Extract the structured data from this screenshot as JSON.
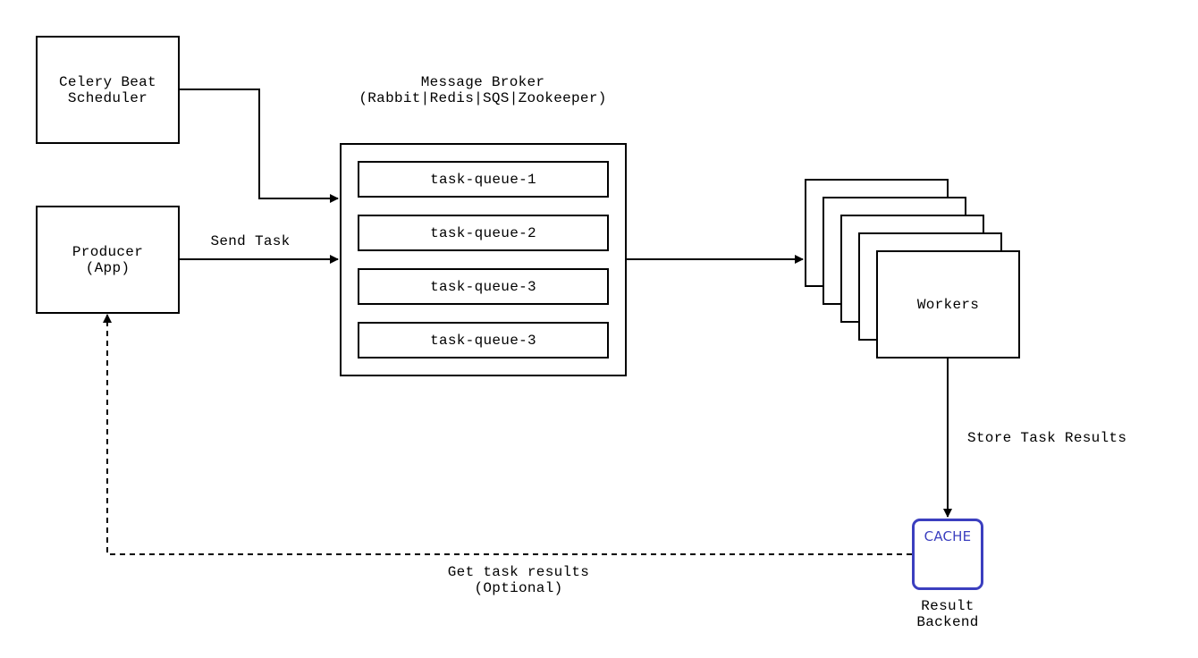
{
  "scheduler": {
    "line1": "Celery Beat",
    "line2": "Scheduler"
  },
  "producer": {
    "line1": "Producer",
    "line2": "(App)"
  },
  "broker": {
    "title": "Message Broker",
    "subtitle": "(Rabbit|Redis|SQS|Zookeeper)",
    "queues": [
      "task-queue-1",
      "task-queue-2",
      "task-queue-3",
      "task-queue-3"
    ]
  },
  "workers": {
    "label": "Workers"
  },
  "edges": {
    "send_task": "Send Task",
    "store_results": "Store Task Results",
    "get_results_line1": "Get task results",
    "get_results_line2": "(Optional)"
  },
  "backend": {
    "cache_label": "CACHE",
    "line1": "Result",
    "line2": "Backend",
    "color": "#3b3fbf"
  }
}
